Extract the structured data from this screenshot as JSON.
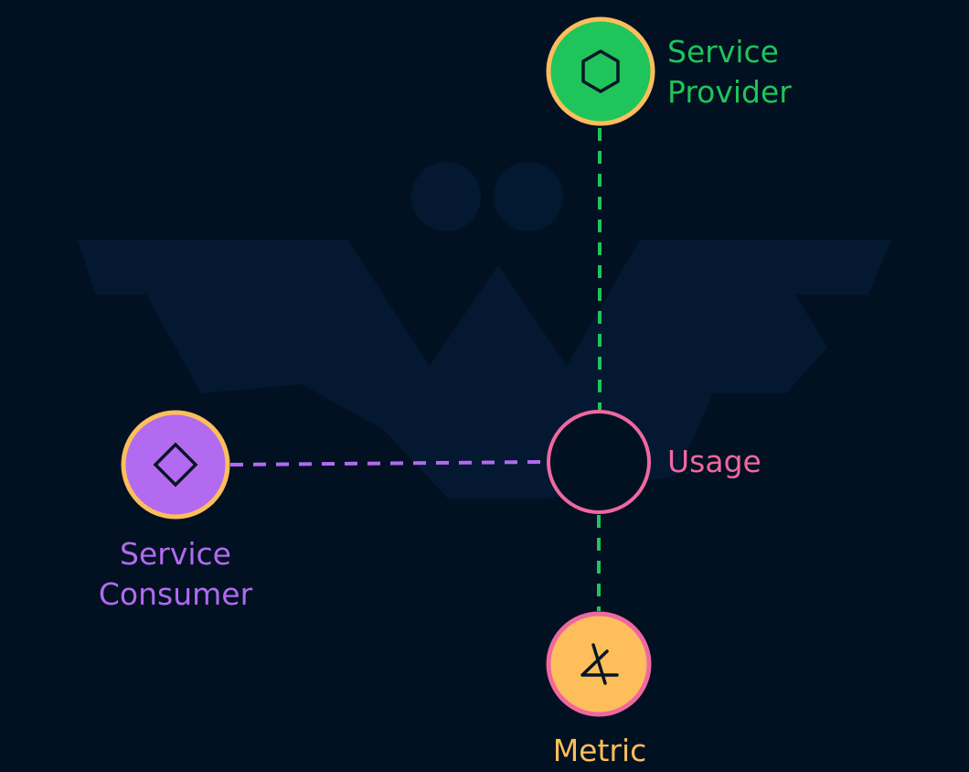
{
  "colors": {
    "background": "#011122",
    "watermark": "#041a33",
    "provider": "#1fc45a",
    "consumer": "#b26af0",
    "usage": "#f0689f",
    "metric": "#fdbe5b",
    "ring_gold": "#fdbe5b",
    "ring_pink": "#f0689f",
    "icon_stroke": "#071525"
  },
  "nodes": {
    "provider": {
      "label_line1": "Service",
      "label_line2": "Provider",
      "icon": "hexagon-icon"
    },
    "consumer": {
      "label_line1": "Service",
      "label_line2": "Consumer",
      "icon": "diamond-icon"
    },
    "usage": {
      "label": "Usage",
      "icon": "none"
    },
    "metric": {
      "label": "Metric",
      "icon": "not-angle-icon"
    }
  },
  "edges": [
    {
      "from": "provider",
      "to": "usage",
      "style": "dashed",
      "color": "#1fc45a"
    },
    {
      "from": "consumer",
      "to": "usage",
      "style": "dashed",
      "color": "#b26af0"
    },
    {
      "from": "usage",
      "to": "metric",
      "style": "dashed",
      "color": "#1fc45a"
    }
  ]
}
